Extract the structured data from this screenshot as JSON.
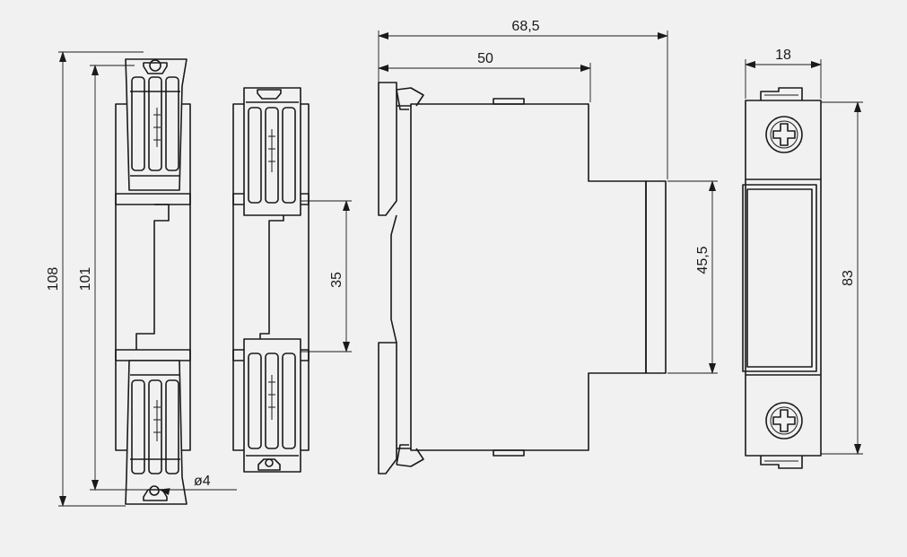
{
  "dimensions": {
    "overall_height": "108",
    "clip_height": "101",
    "hole_diameter": "ø4",
    "terminal_pitch": "35",
    "total_depth": "68,5",
    "body_depth": "50",
    "front_height": "45,5",
    "module_width": "18",
    "front_body_height": "83"
  },
  "colors": {
    "background": "#f1f1f1",
    "line": "#1a1a1a"
  }
}
